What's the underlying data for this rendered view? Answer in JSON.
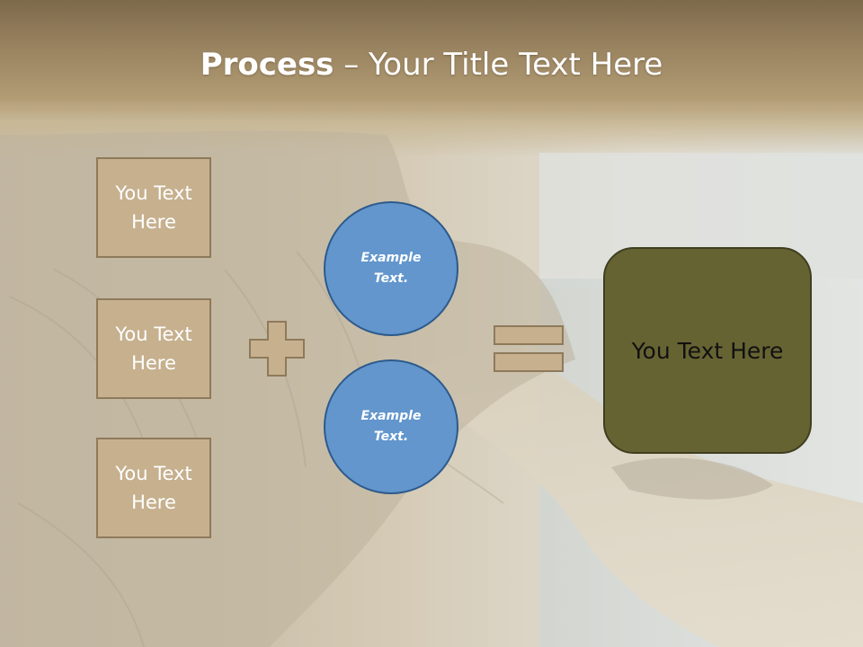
{
  "title": {
    "bold": "Process",
    "rest": " – Your Title Text Here"
  },
  "left_boxes": [
    {
      "label": "You Text Here"
    },
    {
      "label": "You Text Here"
    },
    {
      "label": "You Text Here"
    }
  ],
  "circles": [
    {
      "label": "Example Text."
    },
    {
      "label": "Example Text."
    }
  ],
  "result": {
    "label": "You Text Here"
  },
  "colors": {
    "box_fill": "#c6b08e",
    "circle_fill": "#6296cd",
    "result_fill": "#666333",
    "operator_fill": "#c6b08e"
  }
}
